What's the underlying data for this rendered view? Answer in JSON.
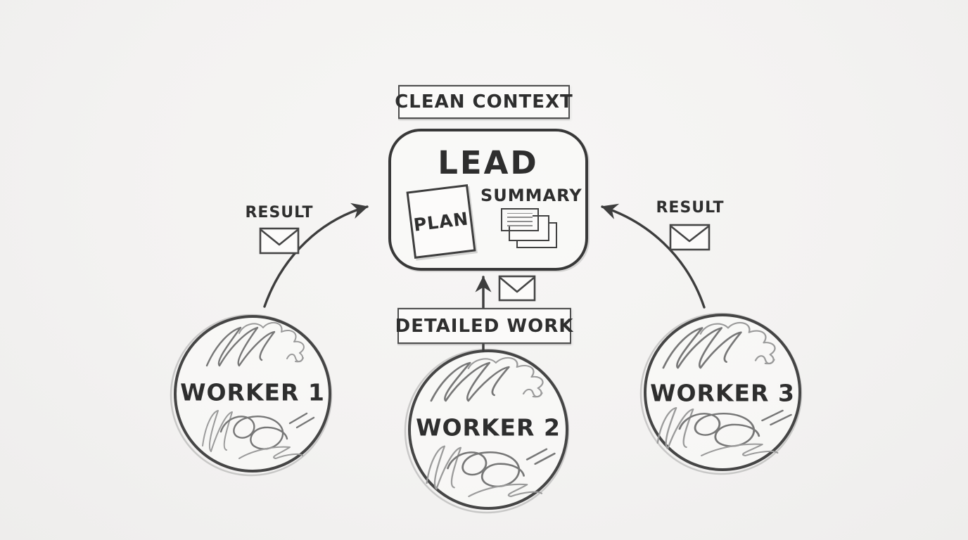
{
  "colors": {
    "paper": "#f3f2f1",
    "ink": "#2e2e2e",
    "pencil": "#8f8f8f"
  },
  "lead_box": {
    "context_label": "CLEAN CONTEXT",
    "title": "LEAD",
    "plan_label": "PLAN",
    "summary_label": "SUMMARY"
  },
  "edges": {
    "worker1_to_lead": "RESULT",
    "worker2_to_lead": "DETAILED WORK",
    "worker3_to_lead": "RESULT"
  },
  "workers": [
    {
      "label": "WORKER 1"
    },
    {
      "label": "WORKER 2"
    },
    {
      "label": "WORKER 3"
    }
  ]
}
